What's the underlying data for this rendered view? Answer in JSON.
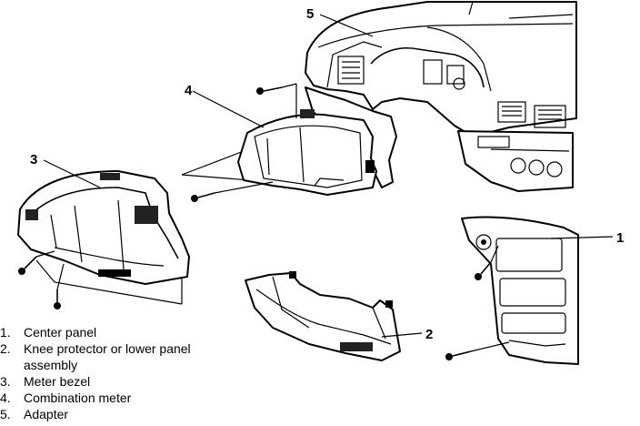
{
  "diagram": {
    "callouts": {
      "center_panel": "1",
      "knee_protector": "2",
      "meter_bezel": "3",
      "combination_meter": "4",
      "adapter": "5"
    }
  },
  "legend": [
    {
      "num": "1.",
      "text": "Center panel"
    },
    {
      "num": "2.",
      "text": "Knee protector or lower panel assembly"
    },
    {
      "num": "3.",
      "text": "Meter bezel"
    },
    {
      "num": "4.",
      "text": "Combination meter"
    },
    {
      "num": "5.",
      "text": "Adapter"
    }
  ]
}
